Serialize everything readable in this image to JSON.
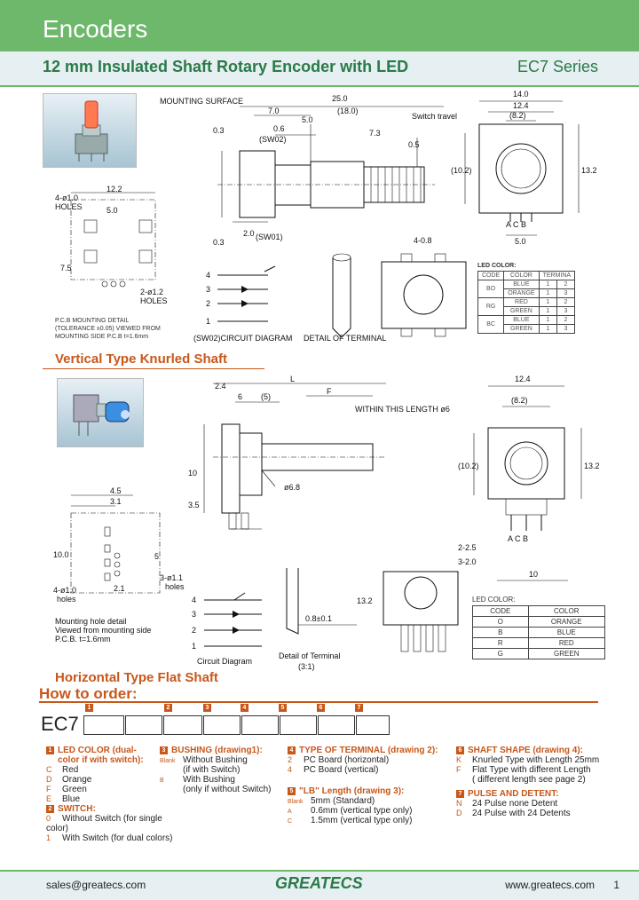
{
  "header": {
    "title": "Encoders",
    "subtitle": "12 mm Insulated Shaft Rotary Encoder with LED",
    "series": "EC7 Series"
  },
  "section1": {
    "title": "Vertical Type Knurled Shaft",
    "labels": {
      "mounting_surface": "MOUNTING SURFACE",
      "switch_travel": "Switch travel",
      "sw02": "(SW02)",
      "sw01": "(SW01)",
      "circuit_diagram": "(SW02)CIRCUIT DIAGRAM",
      "detail_terminal": "DETAIL OF TERMINAL",
      "holes1": "4-ø1.0",
      "holes2": "HOLES",
      "holes3": "2-ø1.2",
      "holes4": "HOLES",
      "mount_note": "P.C.B MOUNTING DETAIL (TOLERANCE ±0.05) VIEWED FROM MOUNTING SIDE P.C.B t=1.6mm",
      "abc": "A C B",
      "t48": "4-0.8"
    },
    "dims": [
      "25.0",
      "(18.0)",
      "7.0",
      "0.6",
      "5.0",
      "7.3",
      "0.5",
      "0.3",
      "2.0",
      "0.3",
      "14.0",
      "12.4",
      "(8.2)",
      "13.2",
      "(10.2)",
      "5.0",
      "12.2",
      "5.0",
      "7.5"
    ],
    "circuit": [
      "4",
      "3",
      "2",
      "1"
    ],
    "led_table": {
      "caption": "LED COLOR:",
      "headers": [
        "CODE",
        "COLOR",
        "TERMINA"
      ],
      "rows": [
        [
          "BO",
          "BLUE",
          "1",
          "2"
        ],
        [
          "",
          "ORANGE",
          "1",
          "3"
        ],
        [
          "RG",
          "RED",
          "1",
          "2"
        ],
        [
          "",
          "GREEN",
          "1",
          "3"
        ],
        [
          "BC",
          "BLUE",
          "1",
          "2"
        ],
        [
          "",
          "GREEN",
          "1",
          "3"
        ]
      ]
    }
  },
  "section2": {
    "title": "Horizontal Type Flat Shaft",
    "labels": {
      "within": "WITHIN THIS LENGTH ø6",
      "circuit_diagram": "Circuit Diagram",
      "detail": "Detail of Terminal",
      "scale": "(3:1)",
      "mount1": "Mounting hole detail",
      "mount2": "Viewed from mounting side",
      "mount3": "P.C.B. t=1.6mm",
      "holes_a": "4-ø1.0",
      "holes_b": "holes",
      "holes_c": "3-ø1.1",
      "holes_d": "holes",
      "abc": "A C B",
      "d25": "2-2.5",
      "d30": "3-2.0"
    },
    "dims": [
      "2.4",
      "L",
      "6",
      "(5)",
      "F",
      "10",
      "3.5",
      "ø6.8",
      "12.4",
      "(8.2)",
      "(10.2)",
      "13.2",
      "10",
      "13.2",
      "0.8±0.1",
      "4.5",
      "3.1",
      "10.0",
      "5",
      "2.1"
    ],
    "circuit": [
      "4",
      "3",
      "2",
      "1"
    ],
    "led_table": {
      "caption": "LED COLOR:",
      "headers": [
        "CODE",
        "COLOR"
      ],
      "rows": [
        [
          "O",
          "ORANGE"
        ],
        [
          "B",
          "BLUE"
        ],
        [
          "R",
          "RED"
        ],
        [
          "G",
          "GREEN"
        ]
      ]
    }
  },
  "order": {
    "title": "How to order:",
    "prefix": "EC7",
    "nums": [
      "1",
      "2",
      "3",
      "4",
      "5",
      "6",
      "7"
    ],
    "col1": {
      "h1": "LED COLOR (dual-",
      "h1b": "color if with switch):",
      "items": [
        [
          "C",
          "Red"
        ],
        [
          "D",
          "Orange"
        ],
        [
          "F",
          "Green"
        ],
        [
          "E",
          "Blue"
        ]
      ],
      "h2": "SWITCH:",
      "items2": [
        [
          "0",
          "Without Switch (for single color)"
        ],
        [
          "1",
          "With Switch (for dual colors)"
        ]
      ]
    },
    "col2": {
      "h": "BUSHING (drawing1):",
      "items": [
        [
          "Blank",
          "Without Bushing"
        ],
        [
          "",
          "(if with Switch)"
        ],
        [
          "B",
          "With Bushing"
        ],
        [
          "",
          "(only if without Switch)"
        ]
      ]
    },
    "col3": {
      "h": "TYPE OF TERMINAL (drawing 2):",
      "items": [
        [
          "2",
          "PC Board (horizontal)"
        ],
        [
          "4",
          "PC Board (vertical)"
        ]
      ],
      "h2": "\"LB\" Length (drawing 3):",
      "items2": [
        [
          "Blank",
          "5mm (Standard)"
        ],
        [
          "A",
          "0.6mm (vertical type only)"
        ],
        [
          "C",
          "1.5mm (vertical type only)"
        ]
      ]
    },
    "col4": {
      "h": "SHAFT  SHAPE (drawing 4):",
      "items": [
        [
          "K",
          "Knurled Type with Length 25mm"
        ],
        [
          "F",
          "Flat Type with different Length"
        ],
        [
          "",
          "( different length see page 2)"
        ]
      ],
      "h2": "PULSE AND DETENT:",
      "items2": [
        [
          "N",
          "24 Pulse none Detent"
        ],
        [
          "D",
          "24 Pulse with 24 Detents"
        ]
      ]
    }
  },
  "footer": {
    "email": "sales@greatecs.com",
    "logo": "GREATECS",
    "web": "www.greatecs.com",
    "page": "1"
  }
}
